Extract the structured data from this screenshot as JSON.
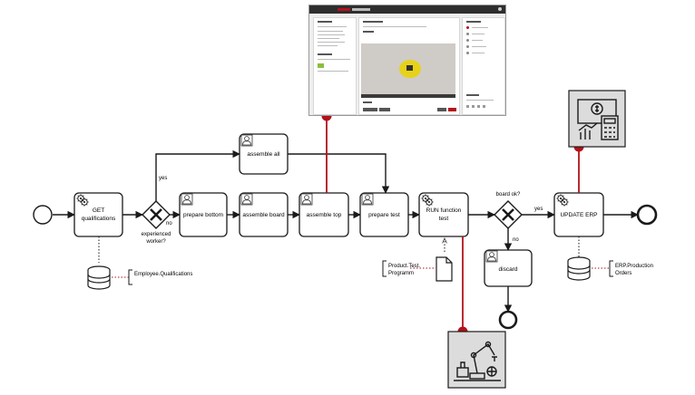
{
  "diagram": {
    "tasks": {
      "get_qualifications": [
        "GET",
        "qualifications"
      ],
      "prepare_bottom": "prepare bottom",
      "assemble_board": "assemble board",
      "assemble_top": "assemble top",
      "prepare_test": "prepare test",
      "assemble_all": "assemble all",
      "run_function_test": [
        "RUN function",
        "test"
      ],
      "update_erp": "UPDATE ERP",
      "discard": "discard"
    },
    "gateways": {
      "experienced_worker": {
        "label": [
          "experienced",
          "worker?"
        ],
        "yes": "yes",
        "no": "no"
      },
      "board_ok": {
        "label": "board ok?",
        "yes": "yes",
        "no": "no"
      }
    },
    "data_stores": {
      "employee": "Employee.Qualifications",
      "erp": [
        "ERP.Production",
        "Orders"
      ]
    },
    "data_objects": {
      "product_test": [
        "Product.Test.",
        "Programm"
      ]
    }
  },
  "colors": {
    "accent": "#b3121a",
    "line": "#1a1a1a",
    "icon_box": "#dcdcdc"
  },
  "icons": {
    "gear": "gear-icon",
    "user": "user-icon",
    "robot_arm": "robot-arm-icon",
    "finance": "finance-calculator-icon"
  }
}
